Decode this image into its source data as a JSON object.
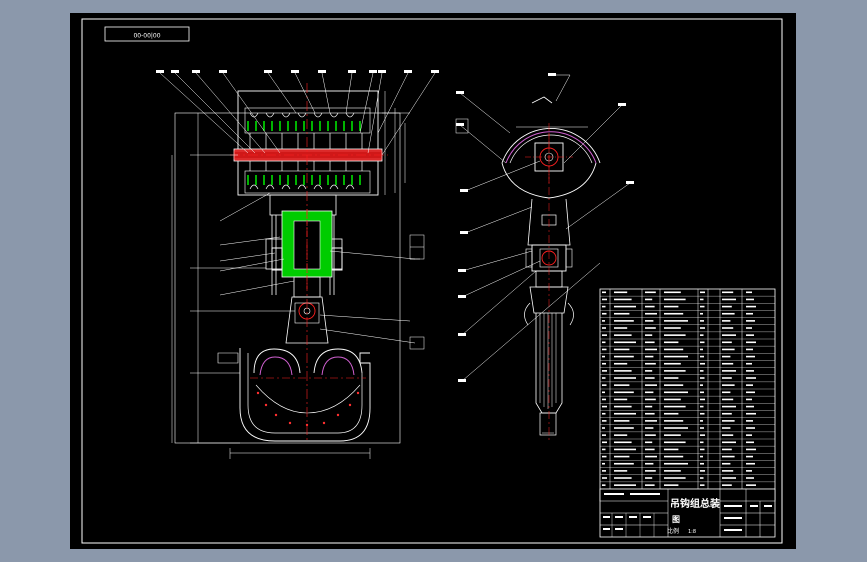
{
  "drawing": {
    "code_box": "00-00|00",
    "title_block": {
      "drawing_title": "吊钩组总装",
      "drawing_title_cont": "图",
      "scale_note": "比例",
      "scale_value": "1:8"
    },
    "bom_rows": 28,
    "colors": {
      "background": "#000000",
      "outline": "#ffffff",
      "centerline": "#ff2020",
      "hatch": "#00ff00",
      "dimension": "#ffffff",
      "frame_outside": "#8b98ab"
    }
  }
}
